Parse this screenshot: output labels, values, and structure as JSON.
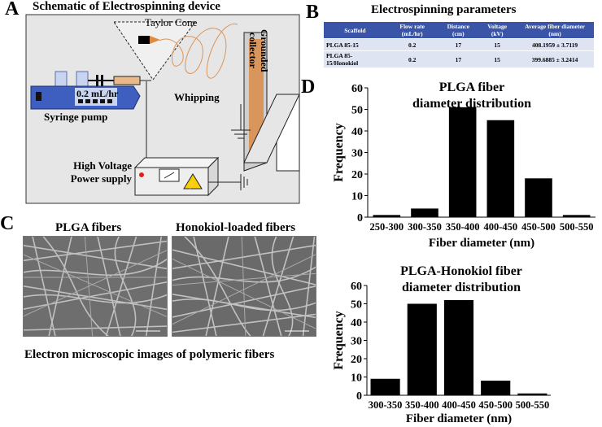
{
  "panels": {
    "a": {
      "letter": "A",
      "title": "Schematic of Electrospinning device"
    },
    "b": {
      "letter": "B",
      "title": "Electrospinning parameters"
    },
    "c": {
      "letter": "C"
    },
    "d": {
      "letter": "D"
    }
  },
  "schematic": {
    "taylor_cone": "Taylor Cone",
    "flow_rate": "0.2 mL/hr",
    "syringe_pump": "Syringe pump",
    "whipping": "Whipping",
    "collector_line1": "Grounded",
    "collector_line2": "collector",
    "power_line1": "High Voltage",
    "power_line2": "Power supply",
    "warning_symbol": "⚡"
  },
  "params_table": {
    "headers": [
      "Scaffold",
      "Flow rate (mL/hr)",
      "Distance (cm)",
      "Voltage (kV)",
      "Average fiber diameter (nm)"
    ],
    "rows": [
      [
        "PLGA 85-15",
        "0.2",
        "17",
        "15",
        "408.1959 ± 3.7119"
      ],
      [
        "PLGA 85-15/Honokiol",
        "0.2",
        "17",
        "15",
        "399.6885 ± 3.2414"
      ]
    ]
  },
  "sem": {
    "left_label": "PLGA fibers",
    "right_label": "Honokiol-loaded fibers",
    "caption": "Electron microscopic images of polymeric fibers"
  },
  "colors": {
    "table_header": "#3a55a8",
    "table_row": "#dfe4f2",
    "pump_blue": "#3f5fc0",
    "collector_orange": "#d9965c",
    "bars": "#000000",
    "schematic_bg": "#e6e6e6"
  },
  "chart_data": [
    {
      "type": "bar",
      "title": [
        "PLGA fiber",
        "diameter distribution"
      ],
      "categories": [
        "250-300",
        "300-350",
        "350-400",
        "400-450",
        "450-500",
        "500-550"
      ],
      "values": [
        1,
        4,
        51,
        45,
        18,
        1
      ],
      "xlabel": "Fiber diameter (nm)",
      "ylabel": "Frequency",
      "ylim": [
        0,
        60
      ],
      "yticks": [
        0,
        10,
        20,
        30,
        40,
        50,
        60
      ]
    },
    {
      "type": "bar",
      "title": [
        "PLGA-Honokiol fiber",
        "diameter distribution"
      ],
      "categories": [
        "300-350",
        "350-400",
        "400-450",
        "450-500",
        "500-550"
      ],
      "values": [
        9,
        50,
        52,
        8,
        1
      ],
      "xlabel": "Fiber diameter (nm)",
      "ylabel": "Frequency",
      "ylim": [
        0,
        60
      ],
      "yticks": [
        0,
        10,
        20,
        30,
        40,
        50,
        60
      ]
    }
  ]
}
